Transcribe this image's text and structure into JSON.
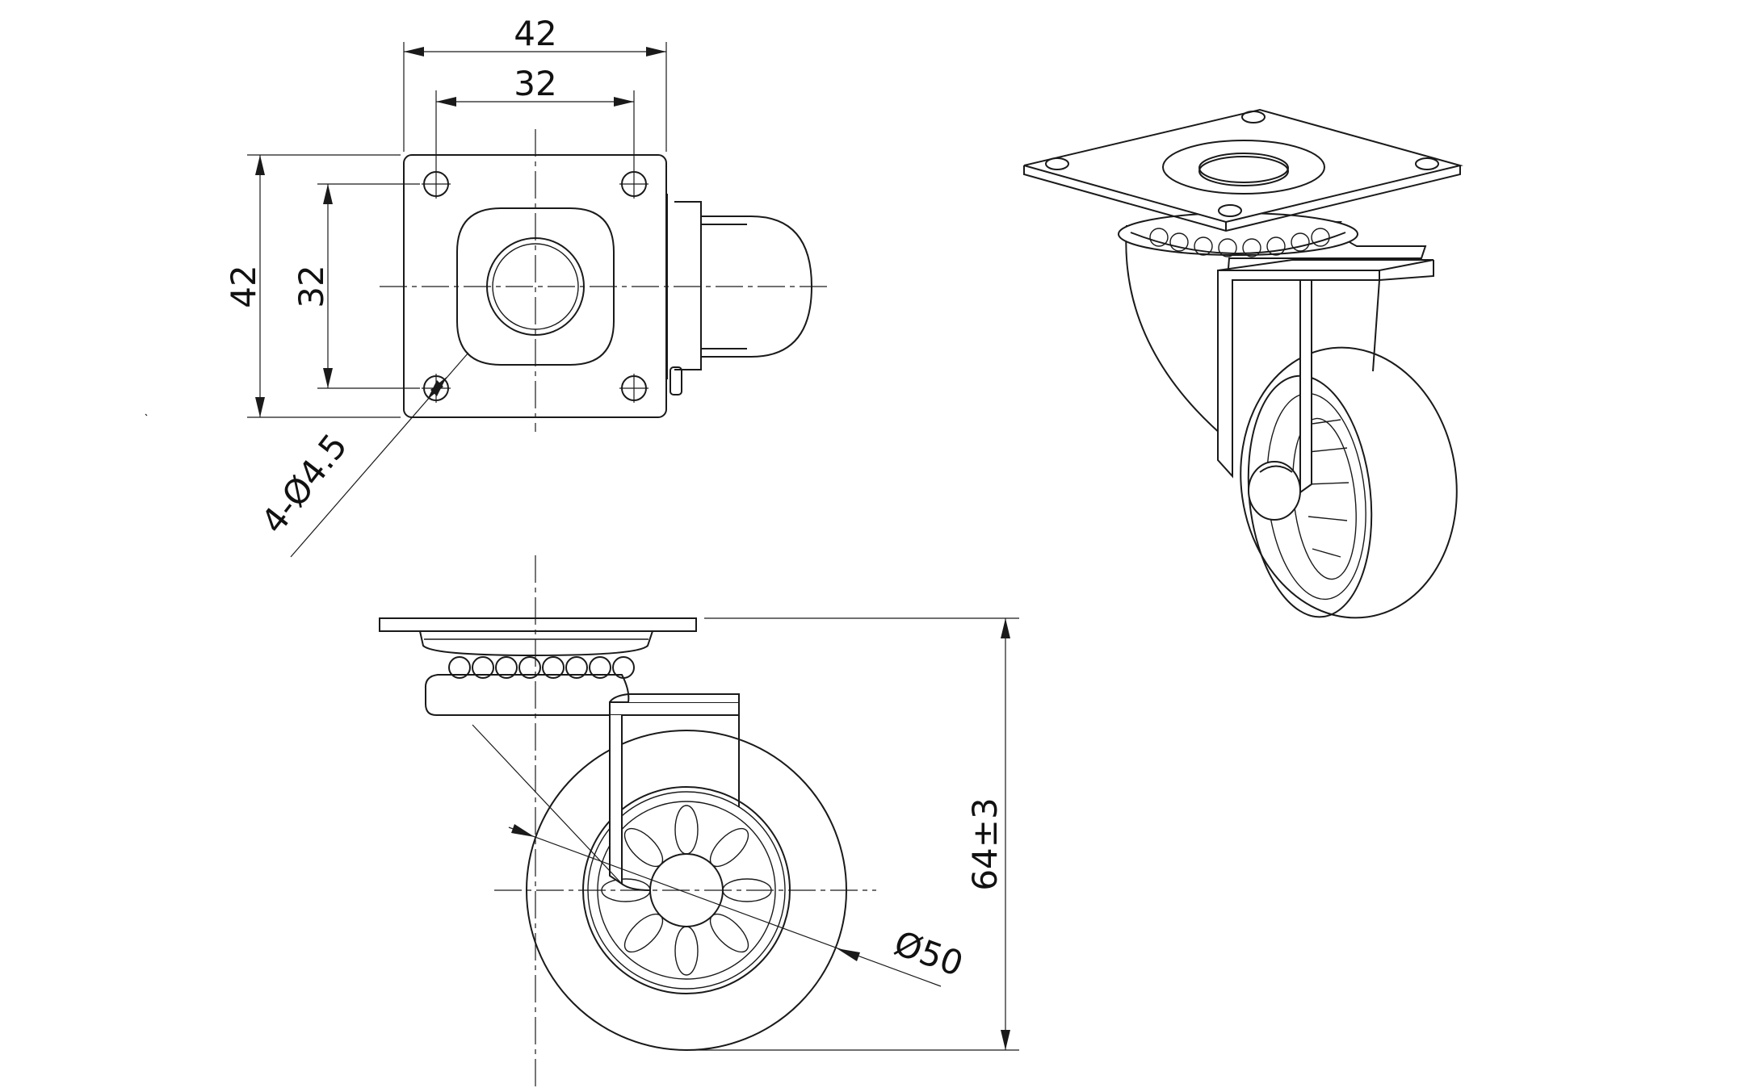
{
  "dimensions": {
    "plate_width": "42",
    "hole_spacing_x": "32",
    "plate_height": "42",
    "hole_spacing_y": "32",
    "holes": "4-Ø4.5",
    "wheel_diameter": "Ø50",
    "overall_height": "64±3"
  },
  "colors": {
    "line": "#1a1a1a",
    "background": "#ffffff"
  }
}
